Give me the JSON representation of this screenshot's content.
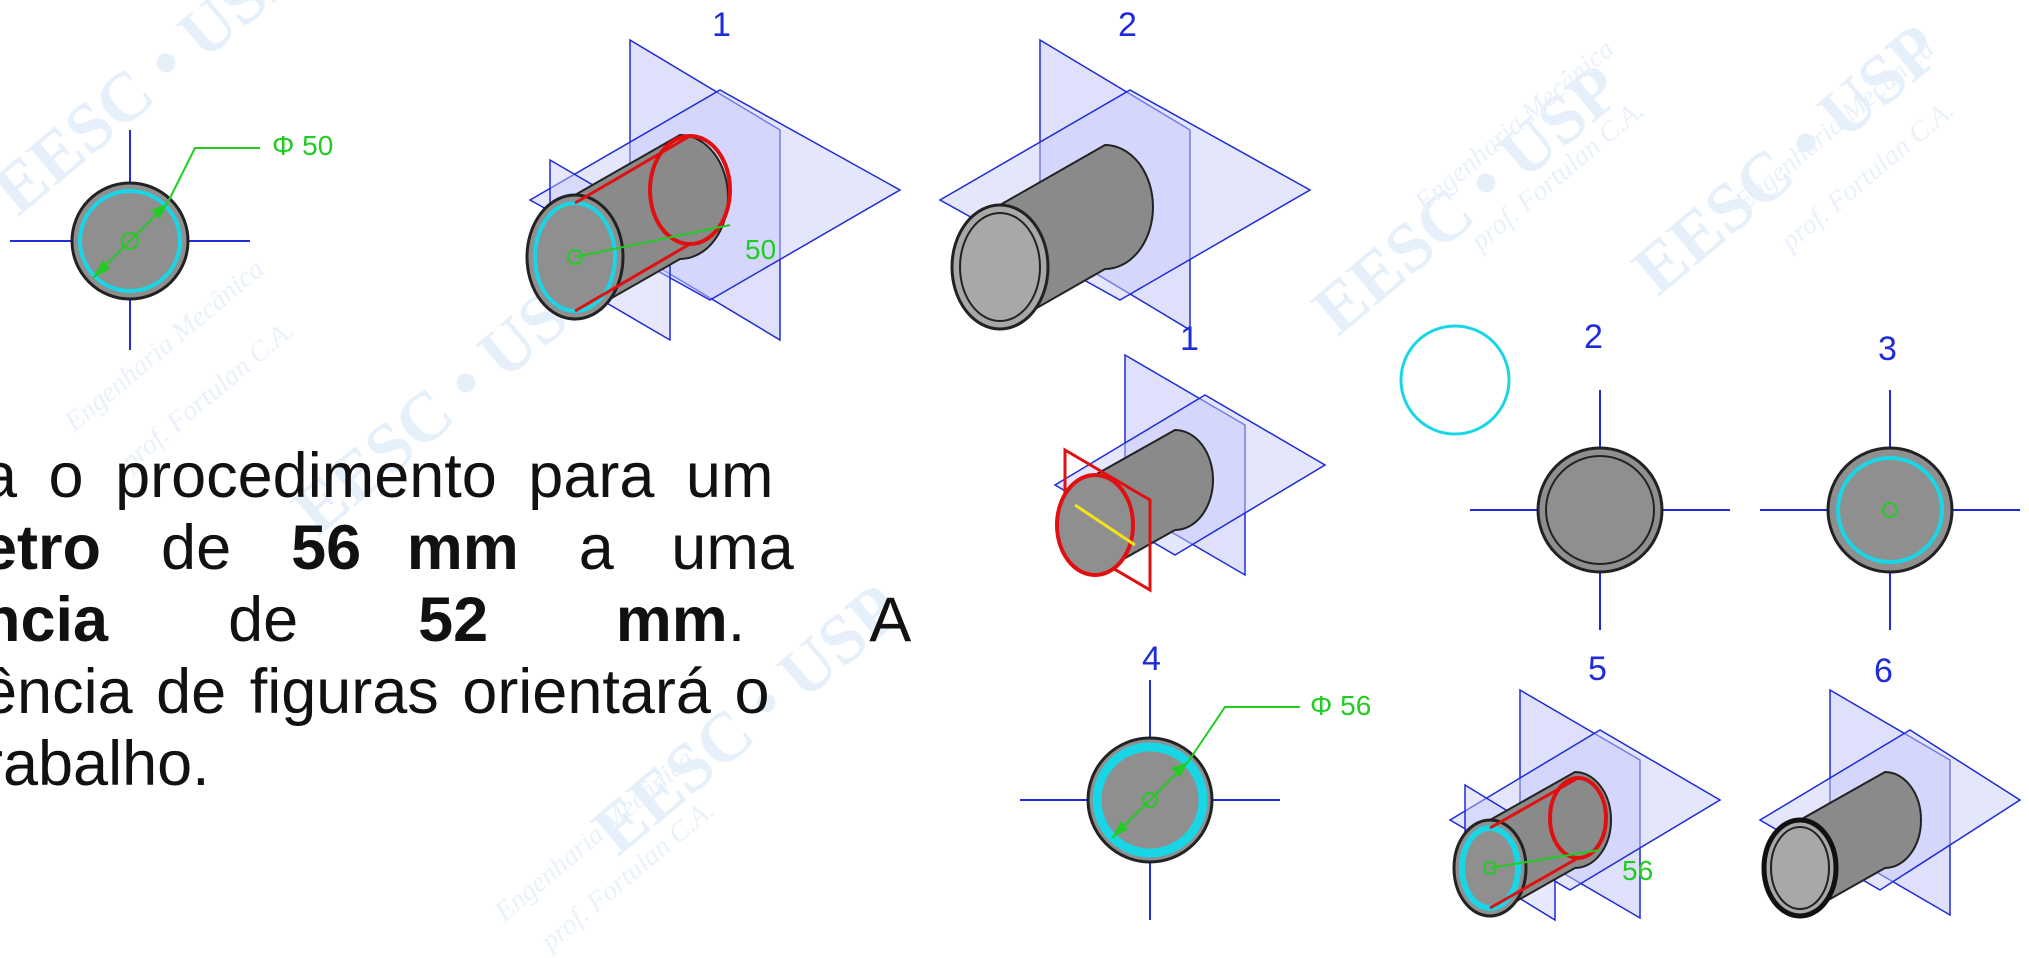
{
  "watermark": {
    "main": "EESC • USP",
    "sub1": "Engenharia Mecânica",
    "sub2": "prof. Fortulan C.A."
  },
  "figure_set_top": {
    "step_labels": [
      "1",
      "2"
    ],
    "dimension": "Φ 50",
    "depth": "50"
  },
  "figure_set_bottom": {
    "step_labels": [
      "1",
      "2",
      "3",
      "4",
      "5",
      "6"
    ],
    "dimension": "Φ 56",
    "depth": "56"
  },
  "text": {
    "line1": "a o procedimento para um",
    "line2_a": "etro",
    "line2_b": "de",
    "line2_c": "56 mm",
    "line2_d": "a uma",
    "line3_a": "ncia",
    "line3_b": "de",
    "line3_c": "52 mm",
    "line3_d": ". A",
    "line4": "ência de figuras orientará o",
    "line5": "rabalho."
  },
  "colors": {
    "blue": "#1f2bd6",
    "green": "#22cc22",
    "cyan": "#19d6e6",
    "red": "#e01010",
    "gray": "#8f8f8f",
    "plane_fill": "#c9cdfa",
    "watermark": "#e6f0fb"
  }
}
